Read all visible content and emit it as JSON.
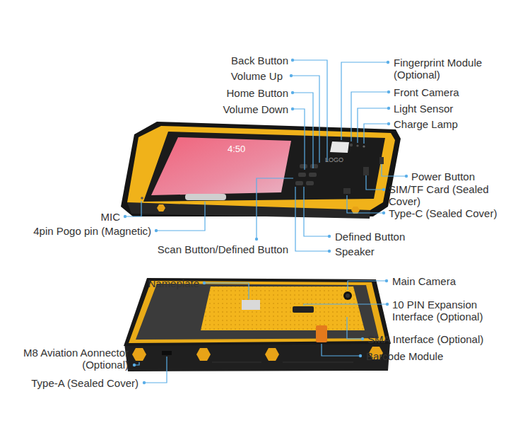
{
  "diagram": {
    "labels": [
      "Back Button",
      "Volume Up",
      "Home Button",
      "Volume Down",
      "Fingerprint Module (Optional)",
      "Front Camera",
      "Light Sensor",
      "Charge Lamp",
      "Power Button",
      "SIM/TF Card (Sealed Cover)",
      "Type-C (Sealed Cover)",
      "MIC",
      "4pin Pogo pin (Magnetic)",
      "Defined Button",
      "Scan Button/Defined Button",
      "Speaker",
      "4:50",
      "LOGO",
      "Nameplate",
      "Main Camera",
      "10 PIN Expansion Interface (Optional)",
      "SMA Interface (Optional)",
      "Barcode Module",
      "M8 Aviation Aonnector (Optional)",
      "Type-A (Sealed Cover)"
    ]
  }
}
